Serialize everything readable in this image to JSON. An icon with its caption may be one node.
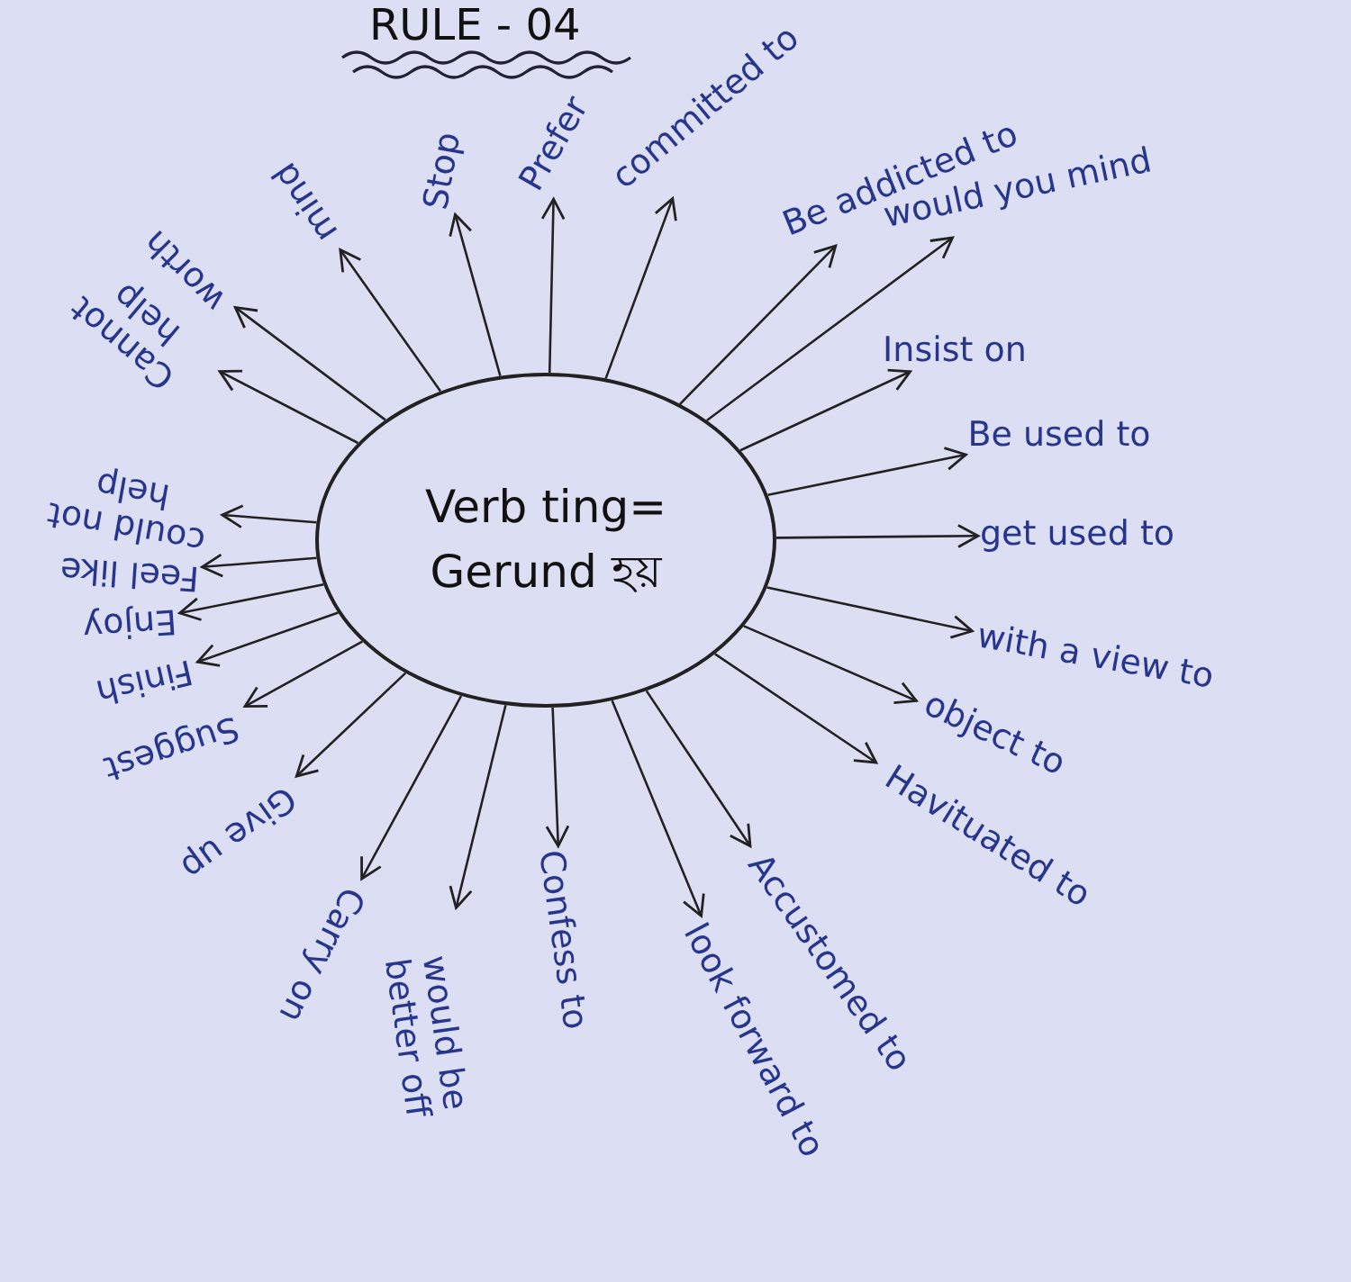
{
  "diagram": {
    "title": "RULE - 04",
    "nodes": [
      {
        "text": [
          "Verb ting= Gerund হয়"
        ]
      },
      {
        "text": [
          "mind"
        ]
      },
      {
        "text": [
          "Stop"
        ]
      },
      {
        "text": [
          "Prefer"
        ]
      },
      {
        "text": [
          "committed to"
        ]
      },
      {
        "text": [
          "Be addicted to"
        ]
      },
      {
        "text": [
          "would you mind"
        ]
      },
      {
        "text": [
          "Insist on"
        ]
      },
      {
        "text": [
          "Be used to"
        ]
      },
      {
        "text": [
          "get used to"
        ]
      },
      {
        "text": [
          "with a view to"
        ]
      },
      {
        "text": [
          "object to"
        ]
      },
      {
        "text": [
          "Havituated to"
        ]
      },
      {
        "text": [
          "Accustomed to"
        ]
      },
      {
        "text": [
          "look forward to"
        ]
      },
      {
        "text": [
          "Confess to"
        ]
      },
      {
        "text": [
          "would be better off"
        ]
      },
      {
        "text": [
          "Carry on"
        ]
      },
      {
        "text": [
          "Give up"
        ]
      },
      {
        "text": [
          "Suggest"
        ]
      },
      {
        "text": [
          "Finish"
        ]
      },
      {
        "text": [
          "Enjoy"
        ]
      },
      {
        "text": [
          "Feel like"
        ]
      },
      {
        "text": [
          "could not help"
        ]
      },
      {
        "text": [
          "Cannot help"
        ]
      },
      {
        "text": [
          "worth"
        ]
      }
    ],
    "edges": [
      {
        "from": 0,
        "to": 1,
        "arrow": "to"
      },
      {
        "from": 0,
        "to": 2,
        "arrow": "to"
      },
      {
        "from": 0,
        "to": 3,
        "arrow": "to"
      },
      {
        "from": 0,
        "to": 4,
        "arrow": "to"
      },
      {
        "from": 0,
        "to": 5,
        "arrow": "to"
      },
      {
        "from": 0,
        "to": 6,
        "arrow": "to"
      },
      {
        "from": 0,
        "to": 7,
        "arrow": "to"
      },
      {
        "from": 0,
        "to": 8,
        "arrow": "to"
      },
      {
        "from": 0,
        "to": 9,
        "arrow": "to"
      },
      {
        "from": 0,
        "to": 10,
        "arrow": "to"
      },
      {
        "from": 0,
        "to": 11,
        "arrow": "to"
      },
      {
        "from": 0,
        "to": 12,
        "arrow": "to"
      },
      {
        "from": 0,
        "to": 13,
        "arrow": "to"
      },
      {
        "from": 0,
        "to": 14,
        "arrow": "to"
      },
      {
        "from": 0,
        "to": 15,
        "arrow": "to"
      },
      {
        "from": 0,
        "to": 16,
        "arrow": "to"
      },
      {
        "from": 0,
        "to": 17,
        "arrow": "to"
      },
      {
        "from": 0,
        "to": 18,
        "arrow": "to"
      },
      {
        "from": 0,
        "to": 19,
        "arrow": "to"
      },
      {
        "from": 0,
        "to": 20,
        "arrow": "to"
      },
      {
        "from": 0,
        "to": 21,
        "arrow": "to"
      },
      {
        "from": 0,
        "to": 22,
        "arrow": "to"
      },
      {
        "from": 0,
        "to": 23,
        "arrow": "to"
      },
      {
        "from": 0,
        "to": 24,
        "arrow": "to"
      },
      {
        "from": 0,
        "to": 25,
        "arrow": "to"
      }
    ]
  }
}
